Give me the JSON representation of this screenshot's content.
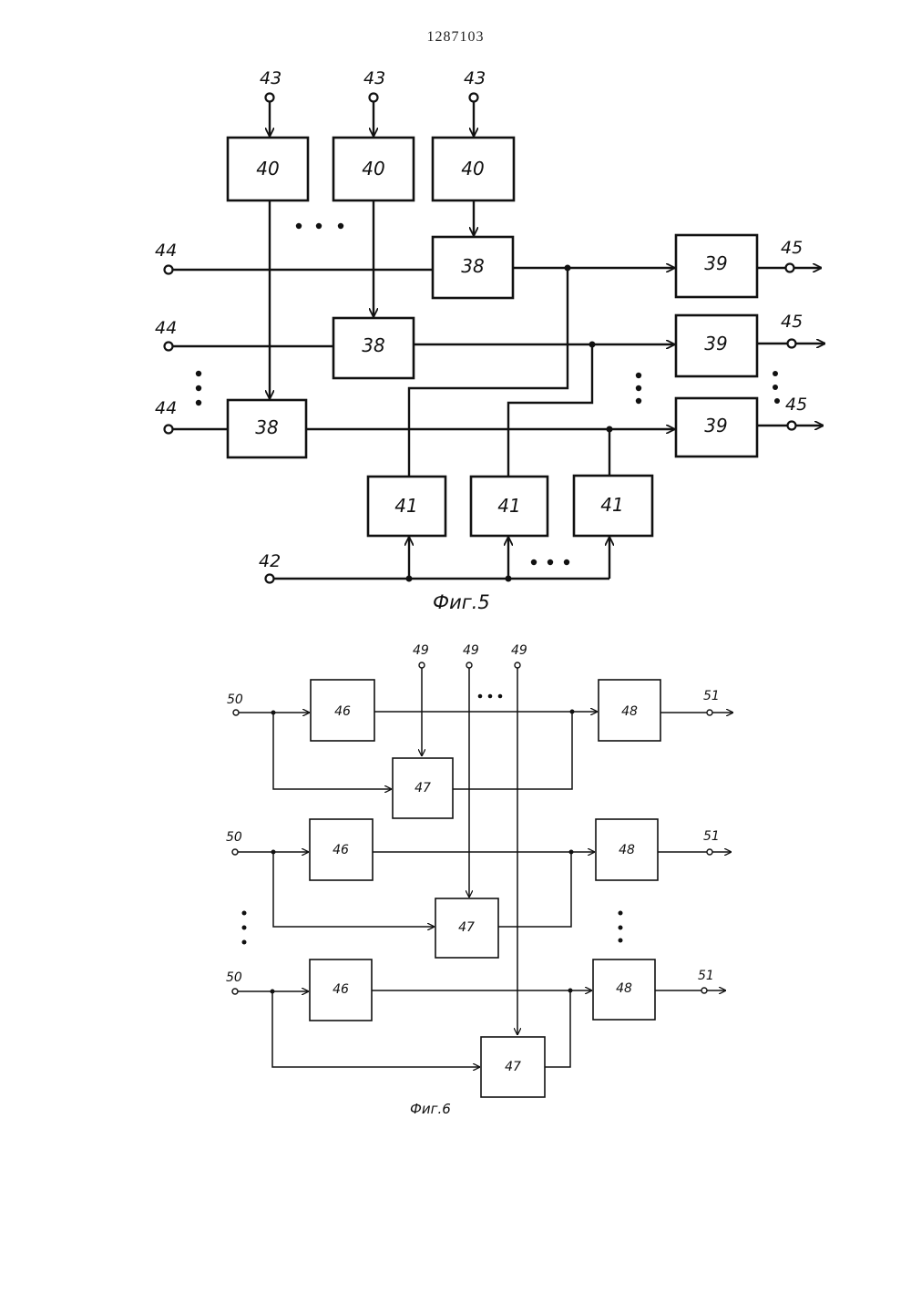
{
  "header": {
    "patent_number": "1287103"
  },
  "fig5": {
    "caption": "Фиг.5",
    "terminal_43": "43",
    "terminal_44": "44",
    "terminal_45": "45",
    "terminal_42": "42",
    "block_40": "40",
    "block_38": "38",
    "block_39": "39",
    "block_41": "41"
  },
  "fig6": {
    "caption": "Фиг.6",
    "terminal_49": "49",
    "terminal_50": "50",
    "terminal_51": "51",
    "block_46": "46",
    "block_47": "47",
    "block_48": "48"
  }
}
